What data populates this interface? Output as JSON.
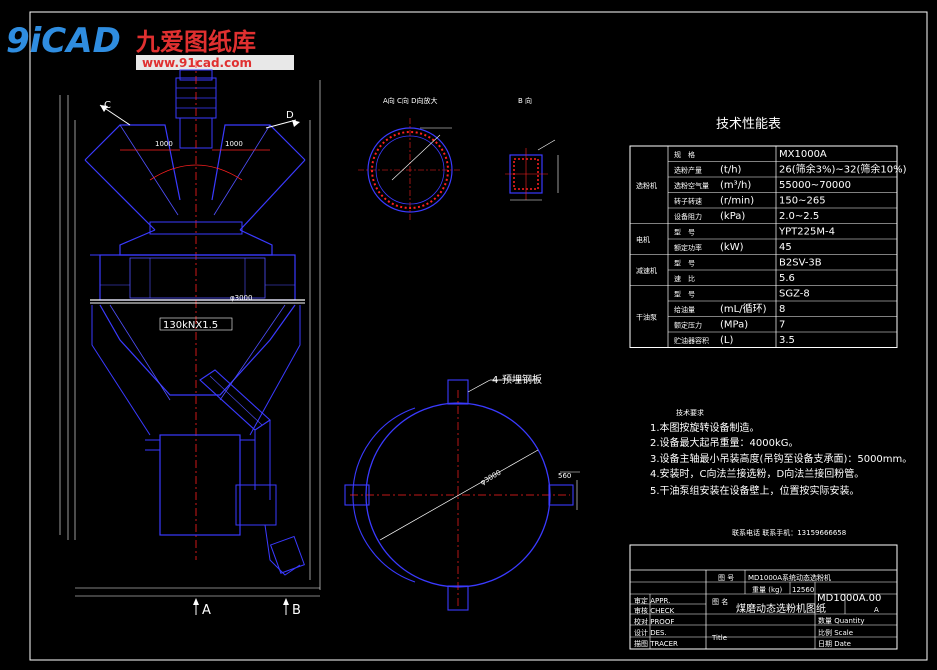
{
  "logo": {
    "brand": "9iCAD",
    "name_cn": "九爱图纸库",
    "url": "www.91cad.com"
  },
  "views": {
    "front_labels": {
      "c": "C",
      "d": "D",
      "a": "A",
      "b": "B"
    },
    "view_acd_title": "A向 C向 D向放大",
    "view_b_title": "B 向",
    "load_label": "130kNX1.5",
    "anchor_label": "4-预埋钢板"
  },
  "dims": {
    "d1": "1000",
    "d2": "1000",
    "d3": "φ3000",
    "d4": "560",
    "d5": "φ3000"
  },
  "spec_table": {
    "title": "技术性能表",
    "rows": [
      {
        "group": "选粉机",
        "item": "规　格",
        "unit": "",
        "value": "MX1000A"
      },
      {
        "group": "",
        "item": "选粉产量",
        "unit": "(t/h)",
        "value": "26(筛余3%)~32(筛余10%)"
      },
      {
        "group": "",
        "item": "选粉空气量",
        "unit": "(m³/h)",
        "value": "55000~70000"
      },
      {
        "group": "",
        "item": "转子转速",
        "unit": "(r/min)",
        "value": "150~265"
      },
      {
        "group": "",
        "item": "设备阻力",
        "unit": "(kPa)",
        "value": "2.0~2.5"
      },
      {
        "group": "电机",
        "item": "型　号",
        "unit": "",
        "value": "YPT225M-4"
      },
      {
        "group": "",
        "item": "额定功率",
        "unit": "(kW)",
        "value": "45"
      },
      {
        "group": "减速机",
        "item": "型　号",
        "unit": "",
        "value": "B2SV-3B"
      },
      {
        "group": "",
        "item": "速　比",
        "unit": "",
        "value": "5.6"
      },
      {
        "group": "干油泵",
        "item": "型　号",
        "unit": "",
        "value": "SGZ-8"
      },
      {
        "group": "",
        "item": "给油量",
        "unit": "(mL/循环)",
        "value": "8"
      },
      {
        "group": "",
        "item": "额定压力",
        "unit": "(MPa)",
        "value": "7"
      },
      {
        "group": "",
        "item": "贮油器容积",
        "unit": "(L)",
        "value": "3.5"
      }
    ]
  },
  "tech_req": {
    "title": "技术要求",
    "items": [
      "1.本图按旋转设备制造。",
      "2.设备最大起吊重量：4000kG。",
      "3.设备主轴最小吊装高度(吊钩至设备支承面)：5000mm。",
      "4.安装时，C向法兰接选粉，D向法兰接回粉管。",
      "5.干油泵组安装在设备壁上，位置按实际安装。"
    ],
    "contact": "联系电话 联系手机：13159666658"
  },
  "title_block": {
    "drawing_name": "MD1000A系统动态选粉机",
    "weight_label": "重量 (kg)",
    "weight": "12560",
    "drawing_no": "MD1000A.00",
    "scale_val": "A",
    "main_title": "煤磨动态选粉机图纸",
    "rows": [
      "审定 APPR.",
      "审核 CHECK",
      "校对 PROOF",
      "设计 DES.",
      "描图 TRACER"
    ],
    "right_labels": [
      "数量 Quantity",
      "比例 Scale",
      "日期 Date"
    ],
    "label_no": "图 号",
    "label_title": "图 名",
    "label_title_en": "Title"
  }
}
